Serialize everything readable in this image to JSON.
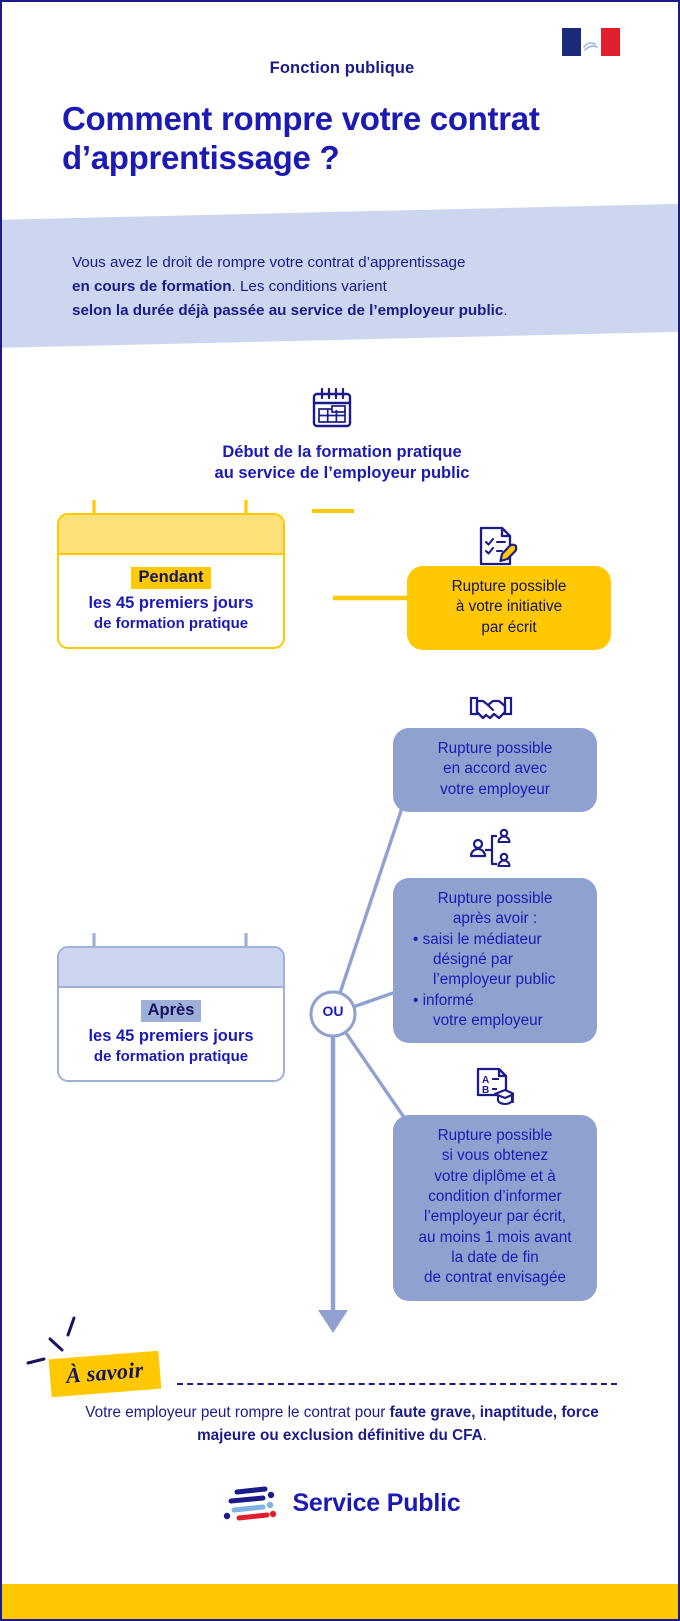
{
  "header": {
    "flag_icon": "french-republic-flag-icon",
    "kicker": "Fonction publique",
    "title": "Comment rompre votre contrat d’apprentissage ?"
  },
  "intro": {
    "line1_plain": "Vous avez le droit de rompre votre contrat d’apprentissage",
    "line2_bold": "en cours de formation",
    "line2_plain": ". Les conditions varient",
    "line3_bold": "selon la durée déjà passée au service de l’employeur public",
    "line3_plain": "."
  },
  "timeline": {
    "start_icon": "calendar-icon",
    "start_heading_l1": "Début de la formation pratique",
    "start_heading_l2": "au service de l’employeur public",
    "or_node_label": "OU"
  },
  "periods": [
    {
      "id": "pendant",
      "tag": "Pendant",
      "line1": "les 45 premiers jours",
      "line2": "de formation pratique",
      "accent": "#ffc800"
    },
    {
      "id": "apres",
      "tag": "Après",
      "line1": "les 45 premiers jours",
      "line2": "de formation pratique",
      "accent": "#9fb0d8"
    }
  ],
  "options": [
    {
      "id": "initiative",
      "icon": "document-with-pen-icon",
      "color": "#ffc800",
      "lines": [
        "Rupture possible",
        "à votre initiative",
        "par écrit"
      ]
    },
    {
      "id": "accord",
      "icon": "handshake-icon",
      "color": "#8fa2cf",
      "lines": [
        "Rupture possible",
        "en accord avec",
        "votre employeur"
      ]
    },
    {
      "id": "mediateur",
      "icon": "mediator-org-chart-icon",
      "color": "#8fa2cf",
      "lines": [
        "Rupture possible",
        "après avoir :"
      ],
      "bullets": [
        [
          "saisi le médiateur",
          "désigné par",
          "l’employeur public"
        ],
        [
          "informé",
          "votre employeur"
        ]
      ]
    },
    {
      "id": "diplome",
      "icon": "diploma-graduation-icon",
      "color": "#8fa2cf",
      "lines": [
        "Rupture possible",
        "si vous obtenez",
        "votre diplôme et à",
        "condition d’informer",
        "l’employeur par écrit,",
        "au moins 1 mois avant",
        "la date de fin",
        "de contrat envisagée"
      ]
    }
  ],
  "note": {
    "badge": "À savoir",
    "sparkle_icon": "sparkle-lines-icon",
    "text_plain_1": "Votre employeur peut rompre le contrat pour ",
    "text_bold_1": "faute grave, inaptitude, force majeure ou exclusion définitive du CFA",
    "text_plain_2": "."
  },
  "footer": {
    "logo_icon": "service-public-logo-icon",
    "logo_text": "Service Public"
  },
  "colors": {
    "brand_blue": "#1b1bb4",
    "dark_blue": "#1b1b8a",
    "yellow": "#ffc800",
    "light_blue": "#8fa2cf",
    "pale_blue": "#ccd6ee",
    "red": "#e1202e"
  }
}
